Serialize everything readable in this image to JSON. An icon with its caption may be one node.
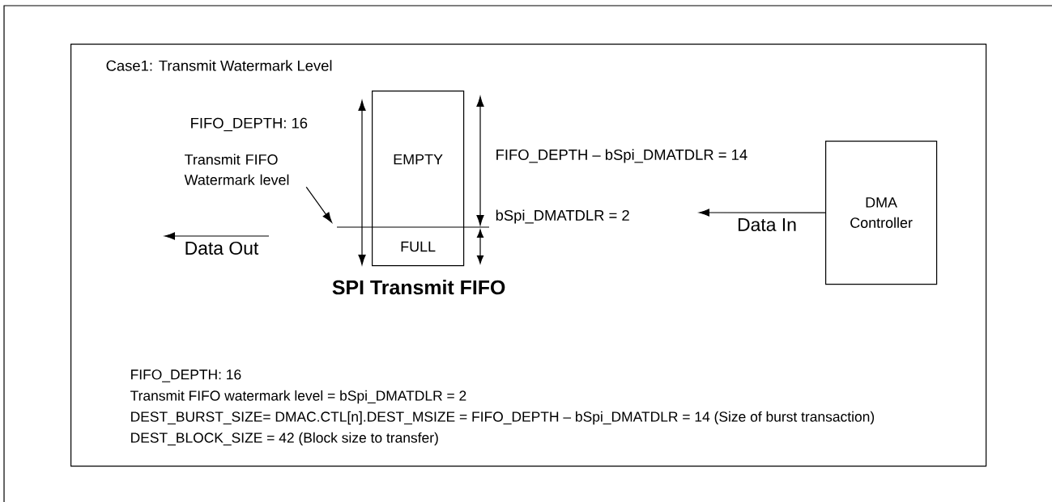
{
  "diagram": {
    "nodes": [
      {
        "text": [
          "Case1: Transmit Watermark Level"
        ]
      },
      {
        "text": [
          "SPI Transmit FIFO"
        ],
        "in": 0
      },
      {
        "text": [
          "EMPTY"
        ],
        "in": 1
      },
      {
        "text": [
          "FULL"
        ],
        "in": 1
      },
      {
        "text": [
          "DMA Controller"
        ],
        "in": 0
      },
      {
        "text": [
          "Transmit FIFO Watermark level"
        ],
        "in": 0
      }
    ],
    "edges": [
      {
        "from": 5,
        "to": null,
        "arrow": "to"
      },
      {
        "from": 4,
        "to": null,
        "arrow": "to",
        "label": "Data In"
      }
    ],
    "labels": [
      "FIFO_DEPTH: 16",
      "FIFO_DEPTH – bSpi_DMATDLR = 14",
      "bSpi_DMATDLR = 2",
      "Data Out",
      "FIFO_DEPTH: 16",
      "Transmit FIFO watermark level = bSpi_DMATDLR = 2",
      "DEST_BURST_SIZE= DMAC.CTL[n].DEST_MSIZE = FIFO_DEPTH – bSpi_DMATDLR = 14  (Size of burst transaction)",
      "DEST_BLOCK_SIZE = 42 (Block size to transfer)"
    ]
  }
}
